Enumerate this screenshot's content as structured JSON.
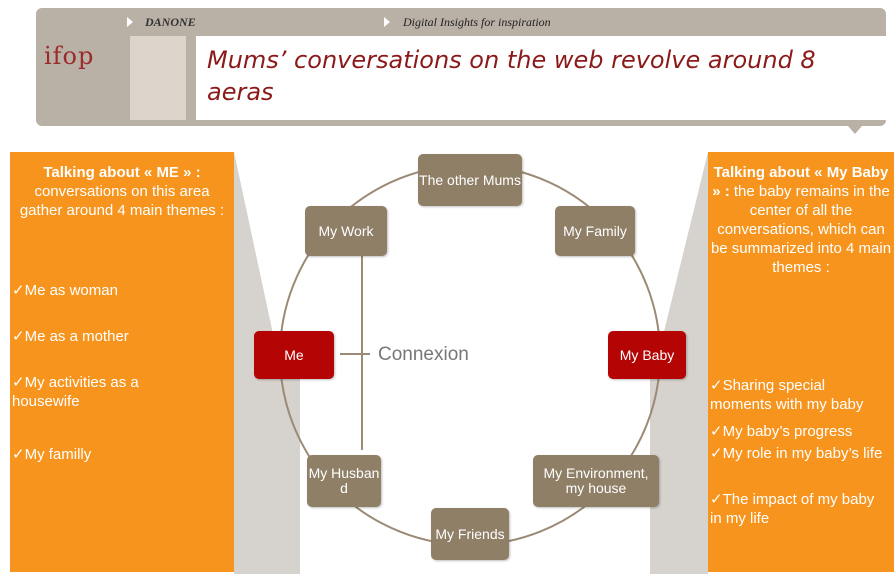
{
  "header": {
    "logo": "ifop",
    "brand": "DANONE",
    "subtitle": "Digital Insights for inspiration",
    "title": "Mums’ conversations on the web revolve around 8 aeras"
  },
  "left_panel": {
    "title_bold": "Talking about « ME » :",
    "title_rest": "conversations on this area gather around 4 main themes :",
    "themes": [
      "✓Me as woman",
      "✓Me as a mother",
      "✓My activities as a housewife",
      "✓My familly"
    ]
  },
  "right_panel": {
    "title_bold": "Talking about « My Baby » :",
    "title_rest": "the baby remains in the center of all the conversations, which can be summarized into 4 main themes :",
    "themes": [
      "✓Sharing special moments with my baby",
      "✓My baby’s progress",
      "✓My role in my baby’s life",
      "✓The impact of my baby in my life"
    ]
  },
  "diagram": {
    "center_label": "Connexion",
    "nodes": {
      "other_mums": "The other Mums",
      "work": "My Work",
      "family": "My Family",
      "me": "Me",
      "baby": "My Baby",
      "husband": "My Husban d",
      "environment": "My Environment, my house",
      "friends": "My Friends"
    }
  },
  "colors": {
    "orange": "#f7941d",
    "taupe": "#8f7f67",
    "red": "#b40404",
    "title_red": "#8b1a1a"
  }
}
